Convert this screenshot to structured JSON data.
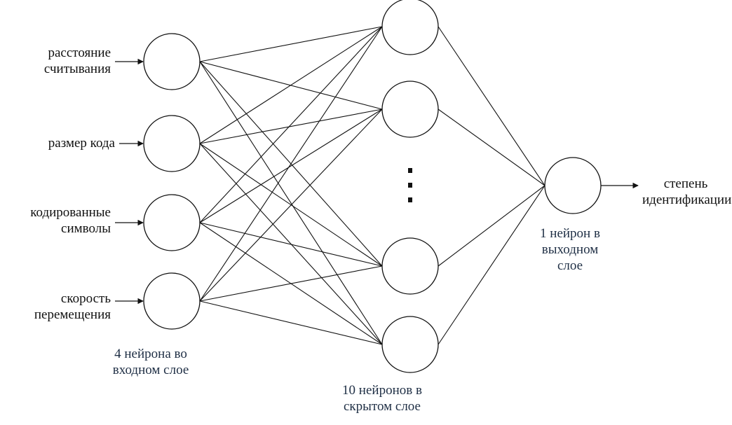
{
  "inputs": {
    "reading_distance": [
      "расстояние",
      "считывания"
    ],
    "code_size": [
      "размер кода"
    ],
    "coded_symbols": [
      "кодированные",
      "символы"
    ],
    "movement_speed": [
      "скорость",
      "перемещения"
    ]
  },
  "output": [
    "степень",
    "идентификации"
  ],
  "layers": {
    "input": [
      "4 нейрона во",
      "входном слое"
    ],
    "hidden": [
      "10 нейронов в",
      "скрытом слое"
    ],
    "output": [
      "1 нейрон в",
      "выходном",
      "слое"
    ]
  },
  "counts": {
    "input_neurons": 4,
    "hidden_neurons_shown": 4,
    "output_neurons": 1
  }
}
